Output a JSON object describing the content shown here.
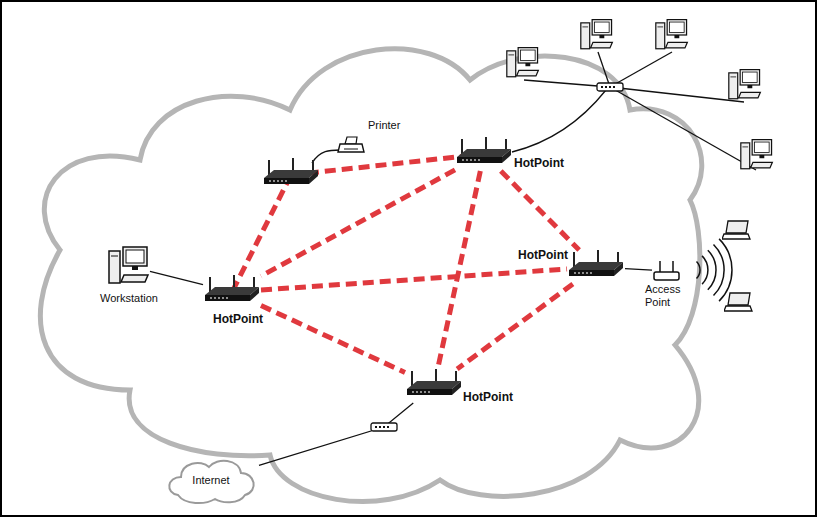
{
  "diagram": {
    "nodes": [
      {
        "text": [
          "Printer"
        ]
      },
      {
        "text": [
          "HotPoint"
        ]
      },
      {
        "text": [
          "Workstation"
        ]
      },
      {
        "text": [
          "HotPoint"
        ]
      },
      {
        "text": [
          "HotPoint"
        ]
      },
      {
        "text": [
          "Access Point"
        ]
      },
      {
        "text": [
          "HotPoint"
        ]
      },
      {
        "text": [
          "Internet"
        ]
      }
    ],
    "edges": [
      {
        "from": 1,
        "to": 3,
        "arrow": "none"
      },
      {
        "from": 1,
        "to": 4,
        "arrow": "none"
      },
      {
        "from": 1,
        "to": 6,
        "arrow": "none"
      },
      {
        "from": 3,
        "to": 4,
        "arrow": "none"
      },
      {
        "from": 3,
        "to": 6,
        "arrow": "none"
      },
      {
        "from": 4,
        "to": 6,
        "arrow": "none"
      },
      {
        "from": 2,
        "to": 3,
        "arrow": "none"
      },
      {
        "from": 4,
        "to": 5,
        "arrow": "none"
      },
      {
        "from": 6,
        "to": 7,
        "arrow": "none"
      }
    ]
  }
}
